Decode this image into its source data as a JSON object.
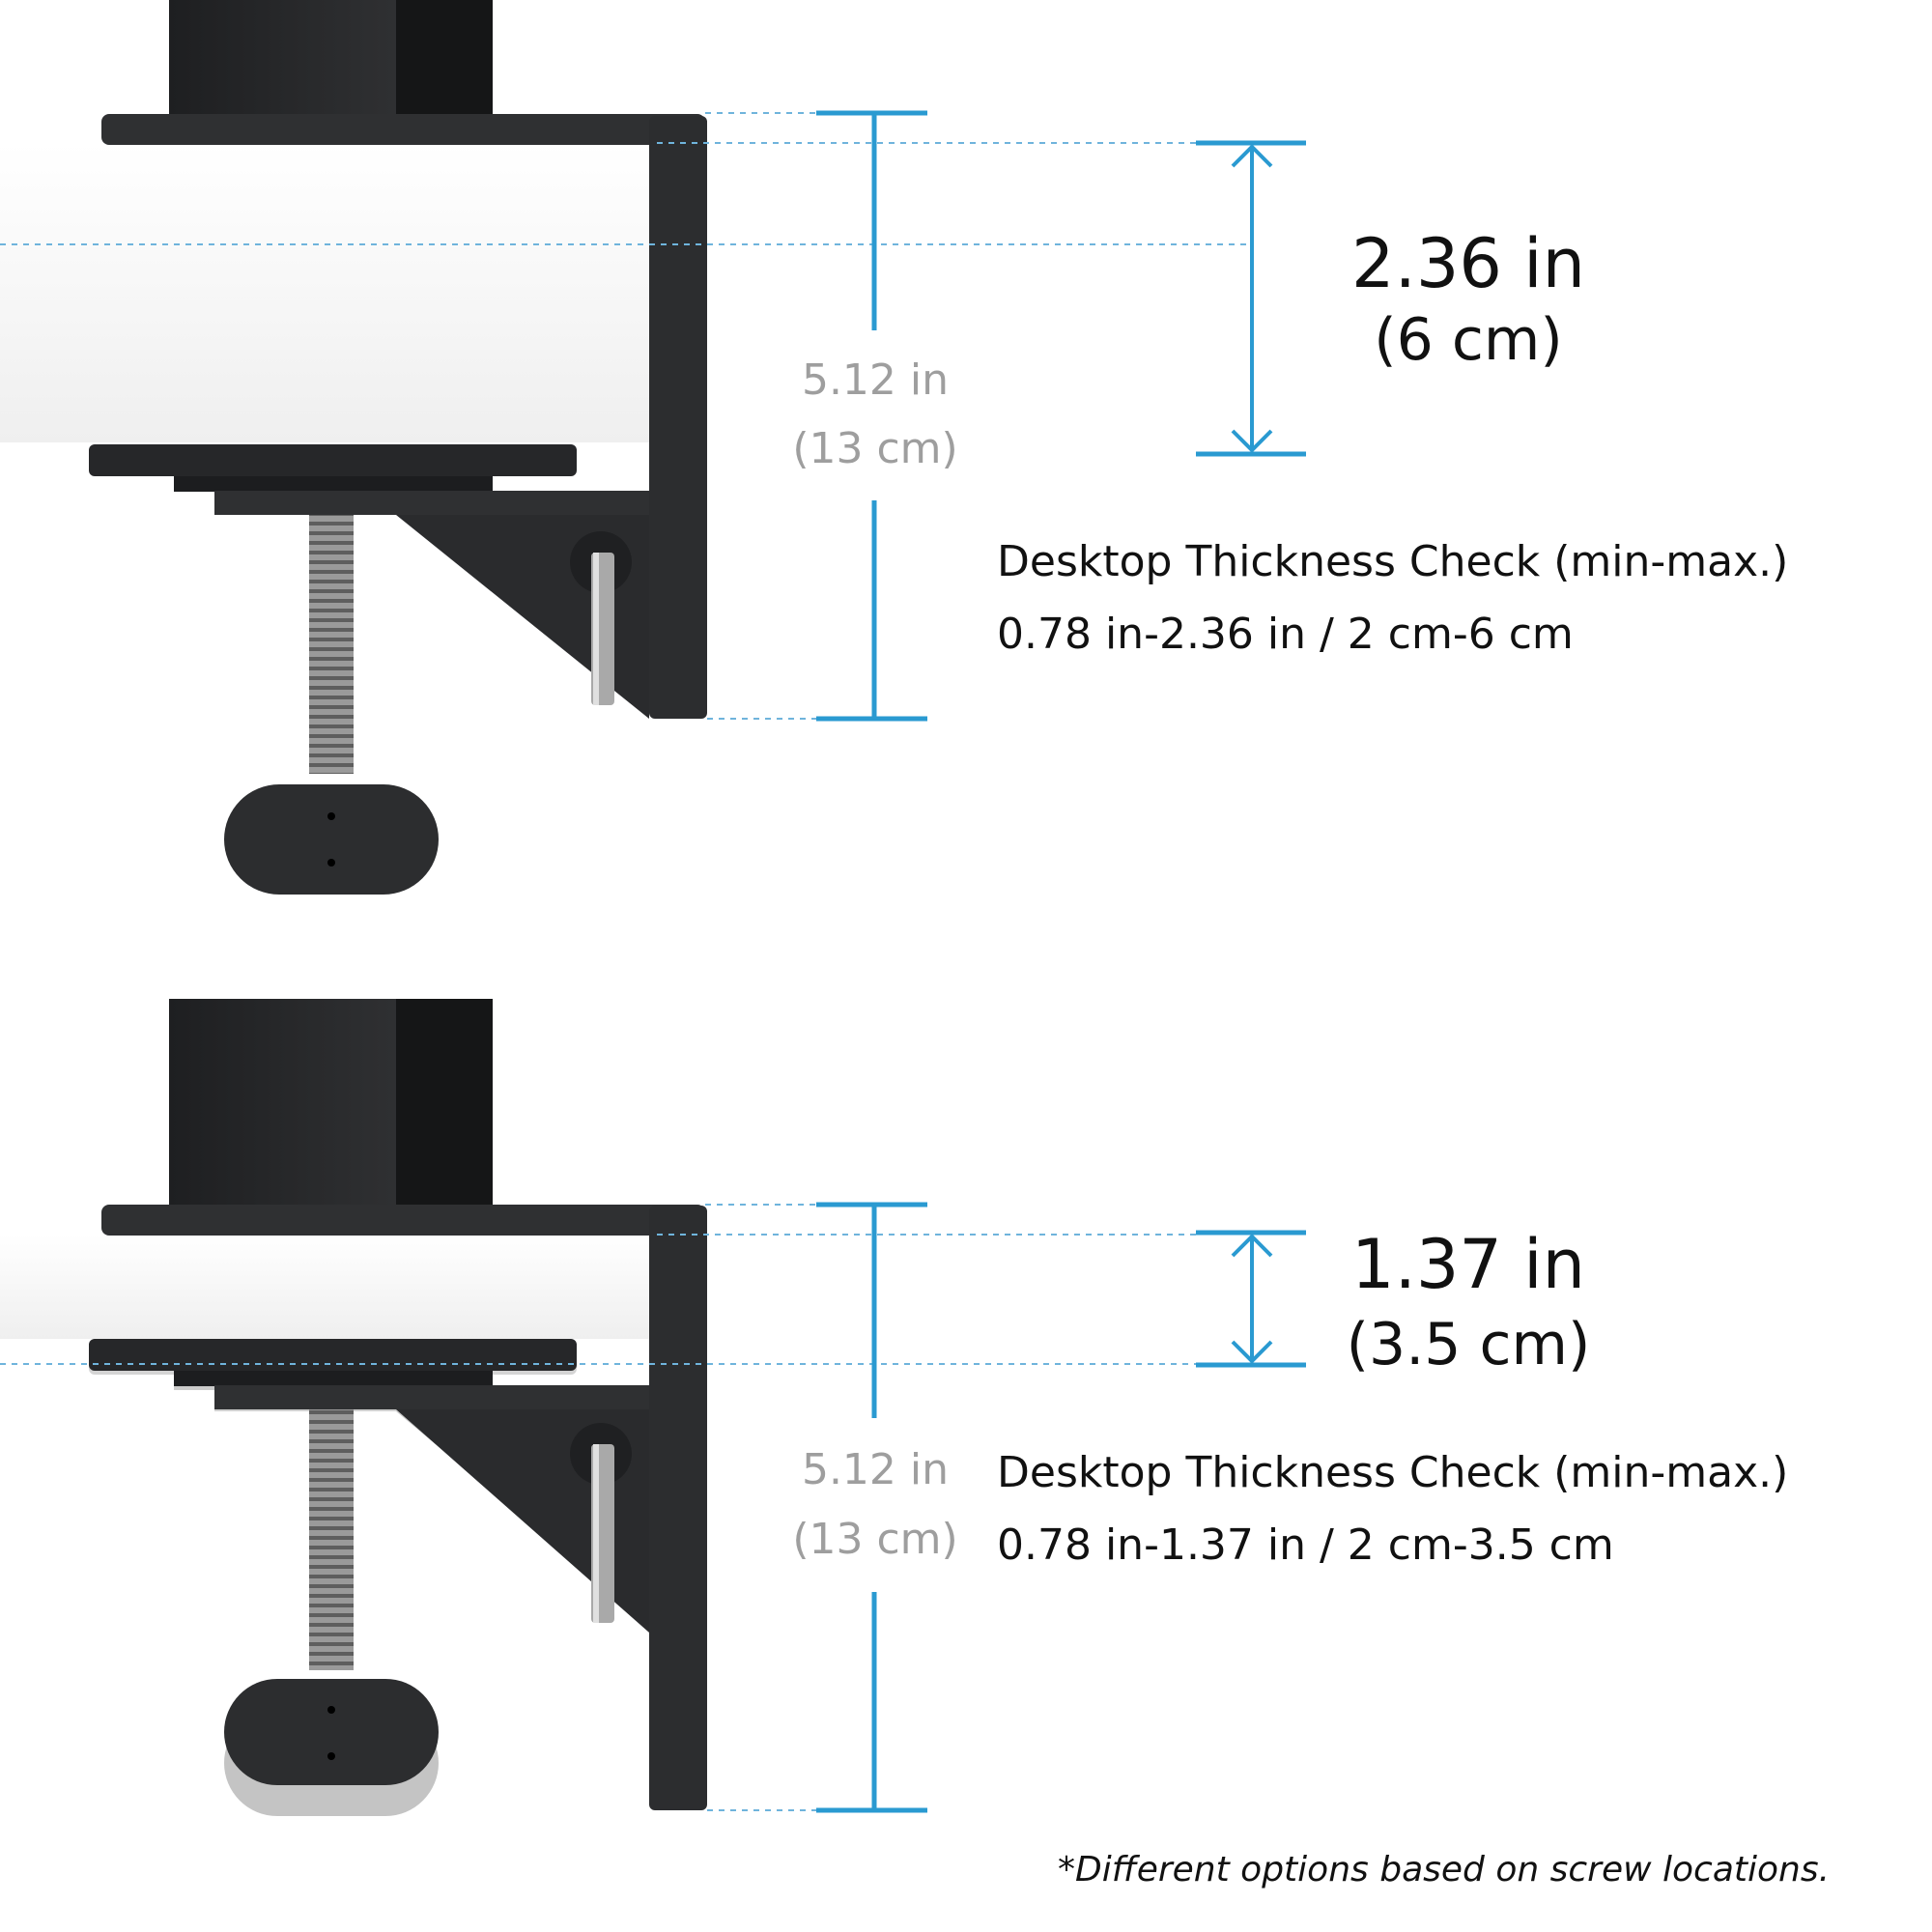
{
  "colors": {
    "accent_blue": "#2a9ad1",
    "guide_blue": "#6fb4dc",
    "mount_black": "#2f3032",
    "mount_dark": "#232426",
    "desk_white": "#f6f6f6",
    "ghost_gray": "#c9c9c9",
    "screw_gray": "#8a8a8a",
    "muted_text": "#9e9e9e"
  },
  "top_panel": {
    "max_label_in": "2.36 in",
    "max_label_cm": "(6 cm)",
    "overall_in": "5.12 in",
    "overall_cm": "(13 cm)",
    "check_title": "Desktop Thickness Check (min-max.)",
    "check_range": "0.78 in-2.36 in / 2 cm-6 cm"
  },
  "bottom_panel": {
    "max_label_in": "1.37 in",
    "max_label_cm": "(3.5 cm)",
    "overall_in": "5.12 in",
    "overall_cm": "(13 cm)",
    "check_title": "Desktop Thickness Check (min-max.)",
    "check_range": "0.78 in-1.37 in / 2 cm-3.5 cm"
  },
  "footnote": "*Different options based on screw locations."
}
